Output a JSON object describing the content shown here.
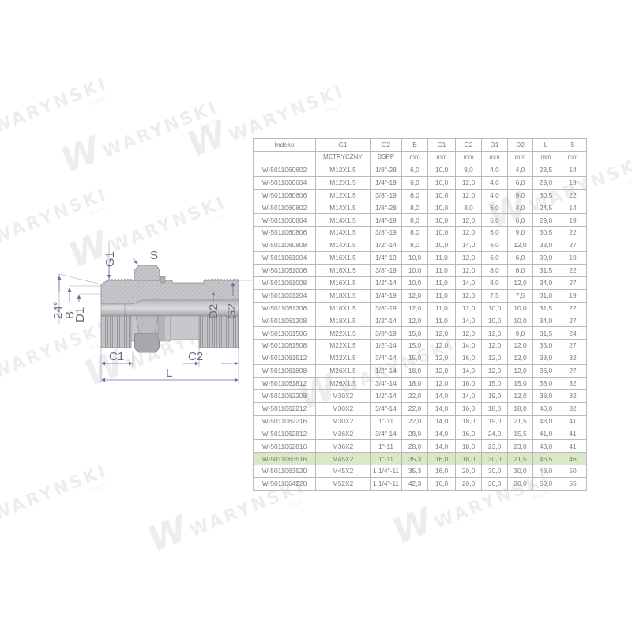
{
  "brand": {
    "watermark_text": "WARYNSKI",
    "watermark_subtext": "Origin"
  },
  "drawing": {
    "labels": {
      "g1": "G1",
      "s": "S",
      "angle": "24°",
      "b": "B",
      "d1": "D1",
      "d2": "D2",
      "g2": "G2",
      "c1": "C1",
      "c2": "C2",
      "l": "L"
    },
    "colors": {
      "body": "#c9c9cc",
      "body_dark": "#9a9a9e",
      "hatch": "#b4b4b8",
      "dimension": "#6a6aa8",
      "outline": "#8a8a8e"
    }
  },
  "table": {
    "headers": [
      "Indeks",
      "G1",
      "G2",
      "B",
      "C1",
      "C2",
      "D1",
      "D2",
      "L",
      "S"
    ],
    "units": [
      "",
      "METRYCZNY",
      "BSPP",
      "mm",
      "mm",
      "mm",
      "mm",
      "mm",
      "mm",
      "mm"
    ],
    "highlight_color": "#d9e8c6",
    "highlighted_index": "W-5011063516",
    "rows": [
      [
        "W-5011060602",
        "M12X1.5",
        "1/8\"-28",
        "6,0",
        "10,0",
        "8,0",
        "4,0",
        "4,0",
        "23,5",
        "14"
      ],
      [
        "W-5011060604",
        "M12X1.5",
        "1/4\"-19",
        "6,0",
        "10,0",
        "12,0",
        "4,0",
        "6,0",
        "29,0",
        "19"
      ],
      [
        "W-5011060606",
        "M12X1.5",
        "3/8\"-19",
        "6,0",
        "10,0",
        "12,0",
        "4,0",
        "9,0",
        "30,5",
        "22"
      ],
      [
        "W-5011060802",
        "M14X1.5",
        "1/8\"-28",
        "8,0",
        "10,0",
        "8,0",
        "6,0",
        "4,0",
        "24,5",
        "14"
      ],
      [
        "W-5011060804",
        "M14X1.5",
        "1/4\"-19",
        "8,0",
        "10,0",
        "12,0",
        "6,0",
        "6,0",
        "29,0",
        "19"
      ],
      [
        "W-5011060806",
        "M14X1.5",
        "3/8\"-19",
        "8,0",
        "10,0",
        "12,0",
        "6,0",
        "9,0",
        "30,5",
        "22"
      ],
      [
        "W-5011060808",
        "M14X1.5",
        "1/2\"-14",
        "8,0",
        "10,0",
        "14,0",
        "6,0",
        "12,0",
        "33,0",
        "27"
      ],
      [
        "W-5011061004",
        "M16X1.5",
        "1/4\"-19",
        "10,0",
        "11,0",
        "12,0",
        "6,0",
        "6,0",
        "30,0",
        "19"
      ],
      [
        "W-5011061006",
        "M16X1.5",
        "3/8\"-19",
        "10,0",
        "11,0",
        "12,0",
        "8,0",
        "8,0",
        "31,5",
        "22"
      ],
      [
        "W-5011061008",
        "M16X1.5",
        "1/2\"-14",
        "10,0",
        "11,0",
        "14,0",
        "8,0",
        "12,0",
        "34,0",
        "27"
      ],
      [
        "W-5011061204",
        "M18X1.5",
        "1/4\"-19",
        "12,0",
        "11,0",
        "12,0",
        "7,5",
        "7,5",
        "31,0",
        "19"
      ],
      [
        "W-5011061206",
        "M18X1.5",
        "3/8\"-19",
        "12,0",
        "11,0",
        "12,0",
        "10,0",
        "10,0",
        "31,5",
        "22"
      ],
      [
        "W-5011061208",
        "M18X1.5",
        "1/2\"-14",
        "12,0",
        "11,0",
        "14,0",
        "10,0",
        "10,0",
        "34,0",
        "27"
      ],
      [
        "W-5011061506",
        "M22X1.5",
        "3/8\"-19",
        "15,0",
        "12,0",
        "12,0",
        "12,0",
        "9,0",
        "31,5",
        "24"
      ],
      [
        "W-5011061508",
        "M22X1.5",
        "1/2\"-14",
        "15,0",
        "12,0",
        "14,0",
        "12,0",
        "12,0",
        "35,0",
        "27"
      ],
      [
        "W-5011061512",
        "M22X1.5",
        "3/4\"-14",
        "15,0",
        "12,0",
        "16,0",
        "12,0",
        "12,0",
        "38,0",
        "32"
      ],
      [
        "W-5011061808",
        "M26X1.5",
        "1/2\"-14",
        "18,0",
        "12,0",
        "14,0",
        "12,0",
        "12,0",
        "36,0",
        "27"
      ],
      [
        "W-5011061812",
        "M26X1.5",
        "3/4\"-14",
        "18,0",
        "12,0",
        "16,0",
        "15,0",
        "15,0",
        "38,0",
        "32"
      ],
      [
        "W-5011062208",
        "M30X2",
        "1/2\"-14",
        "22,0",
        "14,0",
        "14,0",
        "19,0",
        "12,0",
        "38,0",
        "32"
      ],
      [
        "W-5011062212",
        "M30X2",
        "3/4\"-14",
        "22,0",
        "14,0",
        "16,0",
        "18,0",
        "18,0",
        "40,0",
        "32"
      ],
      [
        "W-5011062216",
        "M30X2",
        "1\"-11",
        "22,0",
        "14,0",
        "18,0",
        "19,0",
        "21,5",
        "43,0",
        "41"
      ],
      [
        "W-5011062812",
        "M36X2",
        "3/4\"-14",
        "28,0",
        "14,0",
        "16,0",
        "24,0",
        "15,5",
        "41,0",
        "41"
      ],
      [
        "W-5011062816",
        "M36X2",
        "1\"-11",
        "28,0",
        "14,0",
        "18,0",
        "23,0",
        "23,0",
        "43,0",
        "41"
      ],
      [
        "W-5011063516",
        "M45X2",
        "1\"-11",
        "35,3",
        "16,0",
        "18,0",
        "30,0",
        "21,5",
        "46,5",
        "46"
      ],
      [
        "W-5011063520",
        "M45X2",
        "1 1/4\"-11",
        "35,3",
        "16,0",
        "20,0",
        "30,0",
        "30,0",
        "48,0",
        "50"
      ],
      [
        "W-5011064220",
        "M52X2",
        "1 1/4\"-11",
        "42,3",
        "16,0",
        "20,0",
        "36,0",
        "30,0",
        "50,0",
        "55"
      ]
    ]
  }
}
